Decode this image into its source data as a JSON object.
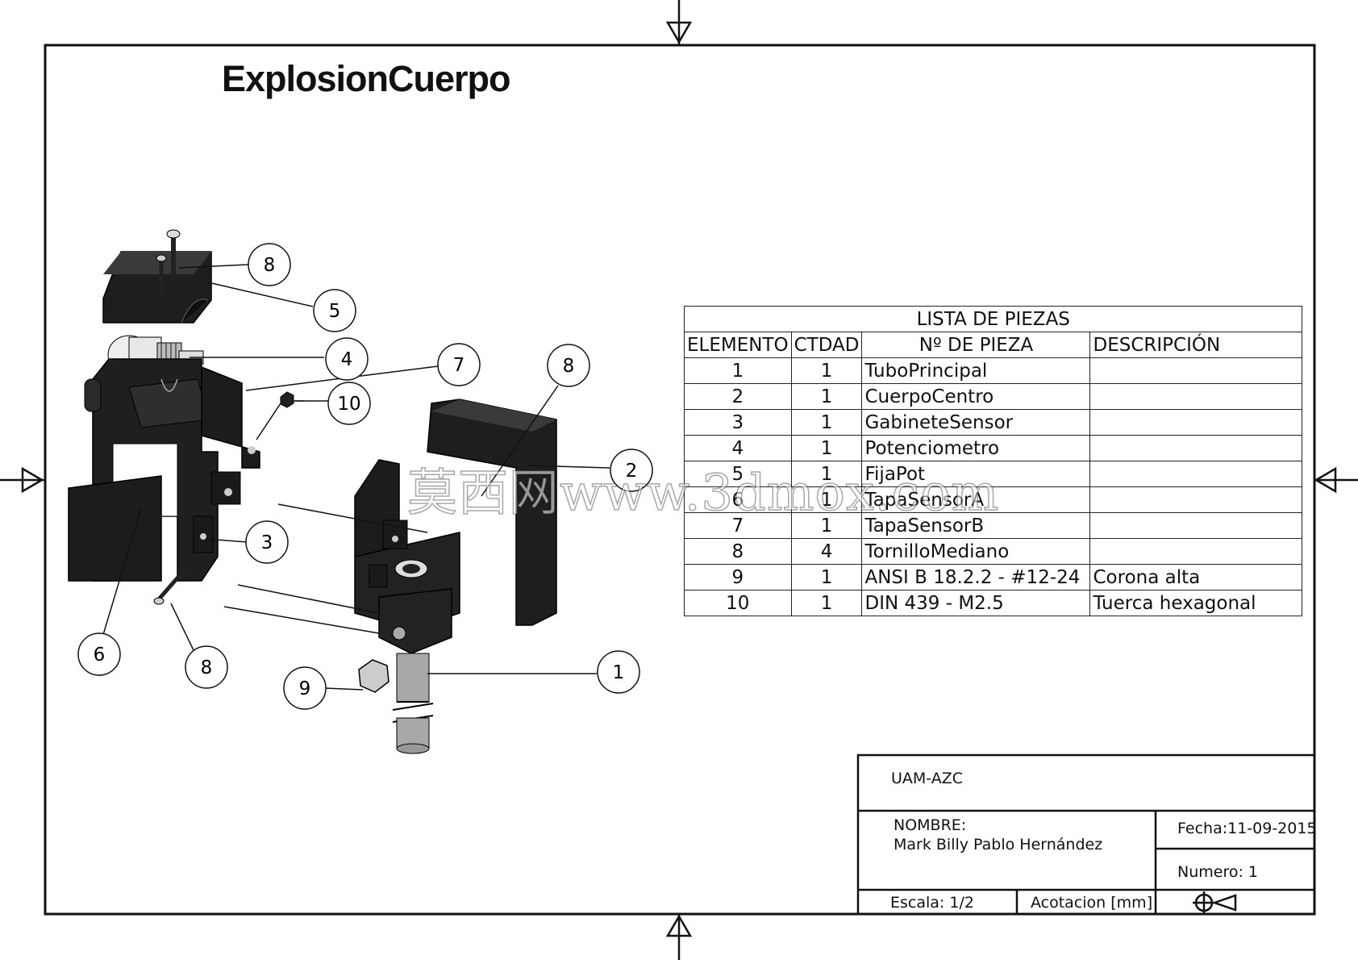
{
  "drawing": {
    "title": "ExplosionCuerpo"
  },
  "balloons": [
    {
      "id": "b8a",
      "label": "8"
    },
    {
      "id": "b5",
      "label": "5"
    },
    {
      "id": "b4",
      "label": "4"
    },
    {
      "id": "b7",
      "label": "7"
    },
    {
      "id": "b10",
      "label": "10"
    },
    {
      "id": "b8b",
      "label": "8"
    },
    {
      "id": "b2",
      "label": "2"
    },
    {
      "id": "b3",
      "label": "3"
    },
    {
      "id": "b6",
      "label": "6"
    },
    {
      "id": "b8c",
      "label": "8"
    },
    {
      "id": "b9",
      "label": "9"
    },
    {
      "id": "b1",
      "label": "1"
    }
  ],
  "parts_list": {
    "title": "LISTA DE PIEZAS",
    "headers": [
      "ELEMENTO",
      "CTDAD",
      "Nº DE PIEZA",
      "DESCRIPCIÓN"
    ],
    "rows": [
      [
        "1",
        "1",
        "TuboPrincipal",
        ""
      ],
      [
        "2",
        "1",
        "CuerpoCentro",
        ""
      ],
      [
        "3",
        "1",
        "GabineteSensor",
        ""
      ],
      [
        "4",
        "1",
        "Potenciometro",
        ""
      ],
      [
        "5",
        "1",
        "FijaPot",
        ""
      ],
      [
        "6",
        "1",
        "TapaSensorA",
        ""
      ],
      [
        "7",
        "1",
        "TapaSensorB",
        ""
      ],
      [
        "8",
        "4",
        "TornilloMediano",
        ""
      ],
      [
        "9",
        "1",
        "ANSI B 18.2.2 - #12-24",
        "Corona alta"
      ],
      [
        "10",
        "1",
        "DIN 439 - M2.5",
        "Tuerca hexagonal"
      ]
    ]
  },
  "title_block": {
    "institution": "UAM-AZC",
    "name_label": "NOMBRE:",
    "name_value": "Mark Billy Pablo Hernández",
    "date": "Fecha:11-09-2015",
    "number": "Numero: 1",
    "scale": "Escala: 1/2",
    "units": "Acotacion [mm]",
    "projection_symbol": "first-angle-projection-icon"
  },
  "watermark": "莫西网www.3dmox.com"
}
